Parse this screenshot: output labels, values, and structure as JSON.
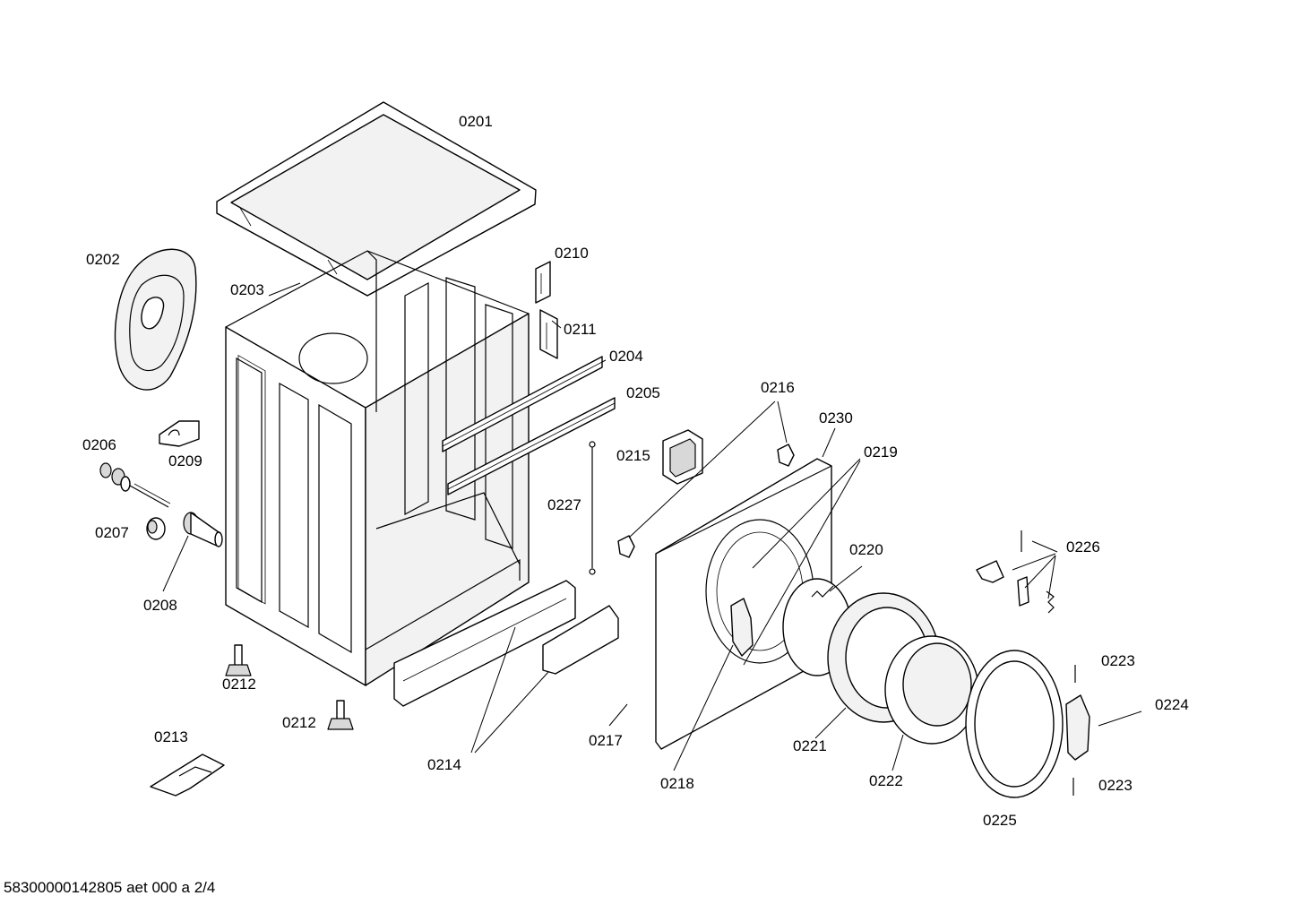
{
  "callouts": {
    "c0201": "0201",
    "c0202": "0202",
    "c0203": "0203",
    "c0204": "0204",
    "c0205": "0205",
    "c0206": "0206",
    "c0207": "0207",
    "c0208": "0208",
    "c0209": "0209",
    "c0210": "0210",
    "c0211": "0211",
    "c0212a": "0212",
    "c0212b": "0212",
    "c0213": "0213",
    "c0214": "0214",
    "c0215": "0215",
    "c0216": "0216",
    "c0217": "0217",
    "c0218": "0218",
    "c0219": "0219",
    "c0220": "0220",
    "c0221": "0221",
    "c0222": "0222",
    "c0223a": "0223",
    "c0223b": "0223",
    "c0224": "0224",
    "c0225": "0225",
    "c0226": "0226",
    "c0227": "0227",
    "c0230": "0230"
  },
  "footer": {
    "code": "58300000142805 aet 000 a 2/4"
  }
}
